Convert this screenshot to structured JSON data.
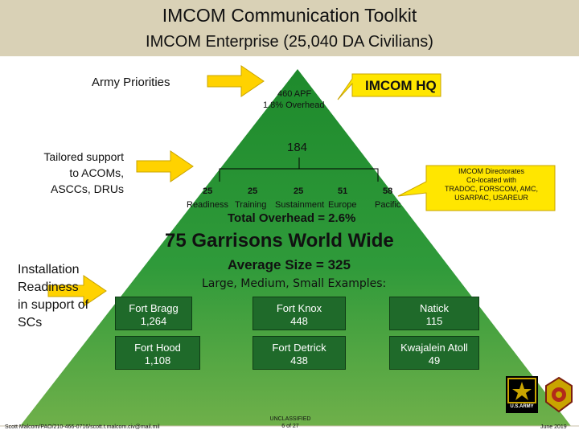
{
  "header": {
    "title": "IMCOM Communication Toolkit",
    "subtitle": "IMCOM Enterprise (25,040 DA Civilians)"
  },
  "left": {
    "army_priorities": "Army Priorities",
    "tailored_line1": "Tailored support",
    "tailored_line2": "to ACOMs,",
    "tailored_line3": "ASCCs, DRUs",
    "installation_line1": "Installation",
    "installation_line2": "Readiness",
    "installation_line3": "in support of",
    "installation_line4": "SCs"
  },
  "pyramid": {
    "hq_label": "IMCOM HQ",
    "apf_line1": "460 APF",
    "apf_line2": "1.8% Overhead",
    "total_184": "184",
    "directorates": [
      {
        "value": "25",
        "label": "Readiness"
      },
      {
        "value": "25",
        "label": "Training"
      },
      {
        "value": "25",
        "label": "Sustainment"
      },
      {
        "value": "51",
        "label": "Europe"
      },
      {
        "value": "58",
        "label": "Pacific"
      }
    ],
    "total_overhead": "Total Overhead = 2.6%",
    "garrisons": "75 Garrisons World Wide",
    "average_size": "Average Size = 325",
    "examples_caption": "Large, Medium, Small Examples:",
    "garrison_examples": [
      {
        "name": "Fort Bragg",
        "count": "1,264"
      },
      {
        "name": "Fort Knox",
        "count": "448"
      },
      {
        "name": "Natick",
        "count": "115"
      },
      {
        "name": "Fort Hood",
        "count": "1,108"
      },
      {
        "name": "Fort Detrick",
        "count": "438"
      },
      {
        "name": "Kwajalein Atoll",
        "count": "49"
      }
    ]
  },
  "right_note": {
    "line1": "IMCOM Directorates",
    "line2": "Co-located with",
    "line3": "TRADOC, FORSCOM, AMC,",
    "line4": "USARPAC, USAREUR"
  },
  "logos": {
    "army_text": "U.S.ARMY"
  },
  "footer": {
    "contact": "Scott Malcom/PAO/210-466-0716/scott.t.malcom.civ@mail.mil",
    "classification": "UNCLASSIFIED",
    "page": "6 of 27",
    "date": "June 2019"
  },
  "colors": {
    "pyramid": "#1e8a2c",
    "pyramid_light": "#6fb04a",
    "header_band": "#d9d1b6",
    "arrow": "#ffd200",
    "box": "#1f6a2a"
  }
}
